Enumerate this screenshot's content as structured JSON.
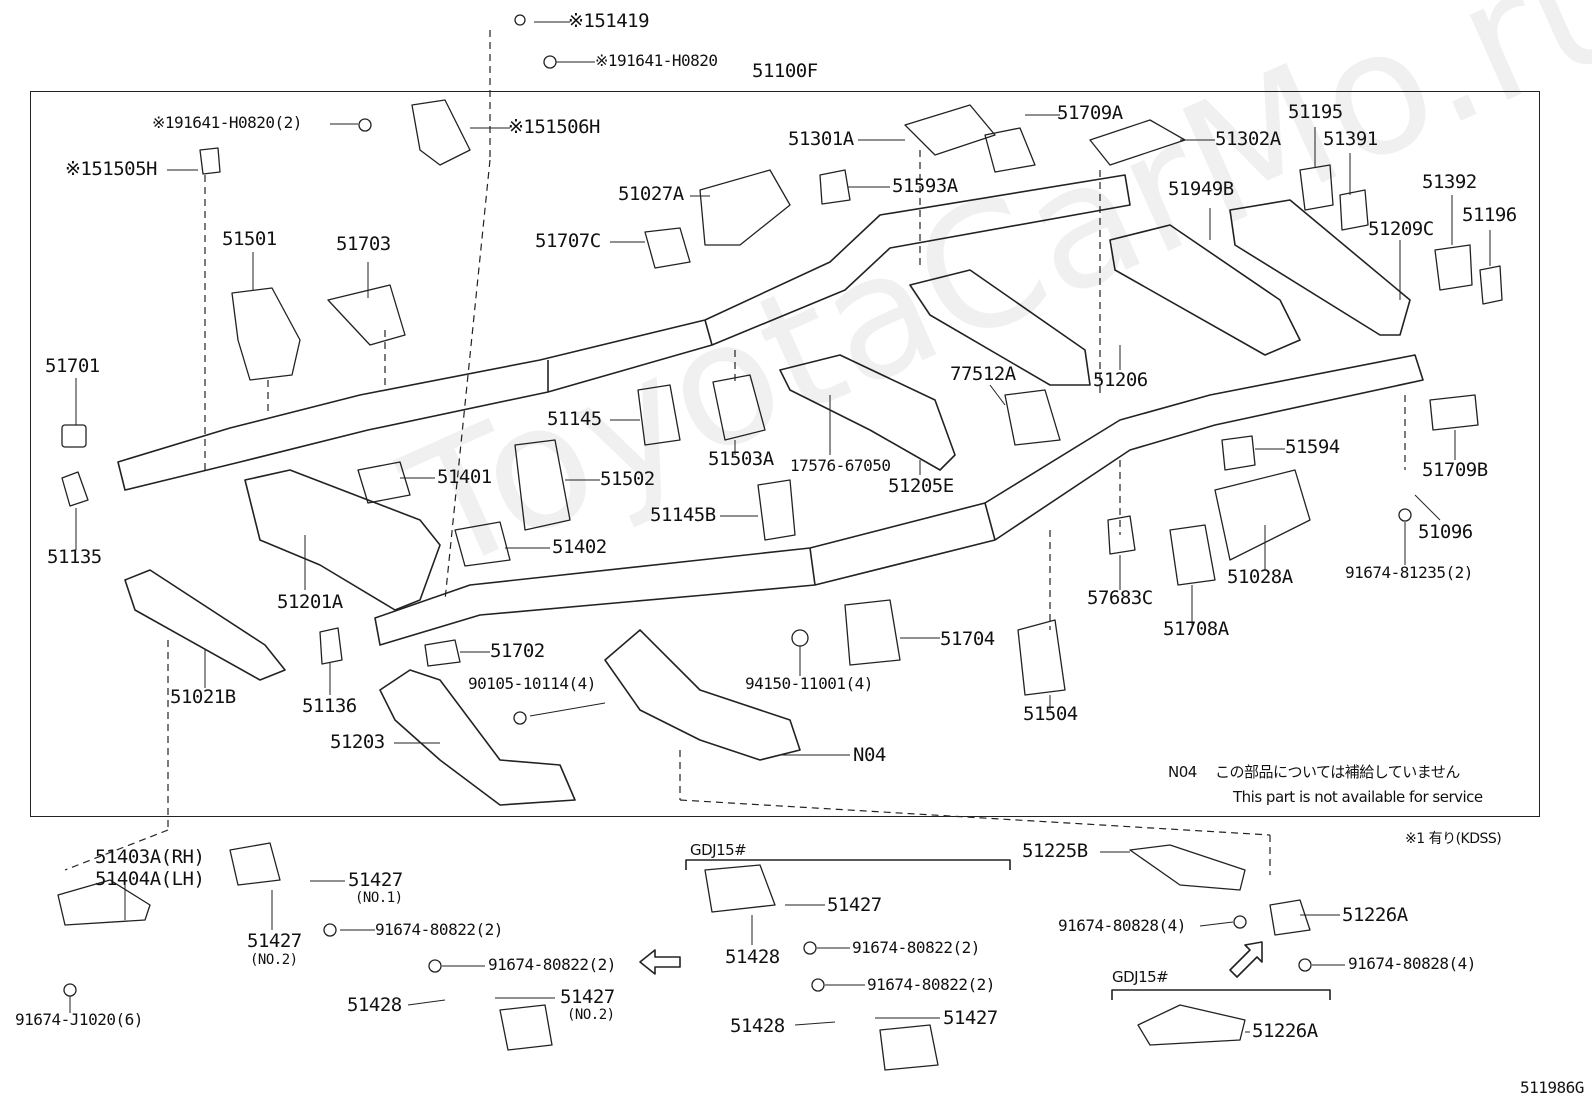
{
  "diagram_id": "511986G",
  "assembly_label": "51100F",
  "watermark": "ToyotaCarMo.ru",
  "note": {
    "code": "N04",
    "jp": "この部品については補給していません",
    "en": "This part is not available for service"
  },
  "kdss_note": "※1 有り(KDSS)",
  "variant_groups": [
    {
      "label": "GDJ15#"
    },
    {
      "label": "GDJ15#"
    }
  ],
  "parts": [
    {
      "id": "p51419",
      "text": "※151419"
    },
    {
      "id": "p191641a",
      "text": "※191641-H0820"
    },
    {
      "id": "p191641b",
      "text": "※191641-H0820(2)"
    },
    {
      "id": "p51506H",
      "text": "※151506H"
    },
    {
      "id": "p51505H",
      "text": "※151505H"
    },
    {
      "id": "p51501",
      "text": "51501"
    },
    {
      "id": "p51703",
      "text": "51703"
    },
    {
      "id": "p51701",
      "text": "51701"
    },
    {
      "id": "p51135",
      "text": "51135"
    },
    {
      "id": "p51401",
      "text": "51401"
    },
    {
      "id": "p51201A",
      "text": "51201A"
    },
    {
      "id": "p51021B",
      "text": "51021B"
    },
    {
      "id": "p51136",
      "text": "51136"
    },
    {
      "id": "p51702",
      "text": "51702"
    },
    {
      "id": "p51203",
      "text": "51203"
    },
    {
      "id": "p90105",
      "text": "90105-10114(4)"
    },
    {
      "id": "p51502",
      "text": "51502"
    },
    {
      "id": "p51402",
      "text": "51402"
    },
    {
      "id": "p51145",
      "text": "51145"
    },
    {
      "id": "p51503A",
      "text": "51503A"
    },
    {
      "id": "p51145B",
      "text": "51145B"
    },
    {
      "id": "p17576",
      "text": "17576-67050"
    },
    {
      "id": "p51205E",
      "text": "51205E"
    },
    {
      "id": "p51027A",
      "text": "51027A"
    },
    {
      "id": "p51707C",
      "text": "51707C"
    },
    {
      "id": "p51301A",
      "text": "51301A"
    },
    {
      "id": "p51593A",
      "text": "51593A"
    },
    {
      "id": "p51709A",
      "text": "51709A"
    },
    {
      "id": "p51302A",
      "text": "51302A"
    },
    {
      "id": "p51195",
      "text": "51195"
    },
    {
      "id": "p51391",
      "text": "51391"
    },
    {
      "id": "p51949B",
      "text": "51949B"
    },
    {
      "id": "p51392",
      "text": "51392"
    },
    {
      "id": "p51196",
      "text": "51196"
    },
    {
      "id": "p51209C",
      "text": "51209C"
    },
    {
      "id": "p77512A",
      "text": "77512A"
    },
    {
      "id": "p51206",
      "text": "51206"
    },
    {
      "id": "p51594",
      "text": "51594"
    },
    {
      "id": "p51709B",
      "text": "51709B"
    },
    {
      "id": "p51096",
      "text": "51096"
    },
    {
      "id": "p91674_81235",
      "text": "91674-81235(2)"
    },
    {
      "id": "p51028A",
      "text": "51028A"
    },
    {
      "id": "p57683C",
      "text": "57683C"
    },
    {
      "id": "p51708A",
      "text": "51708A"
    },
    {
      "id": "p51704",
      "text": "51704"
    },
    {
      "id": "p94150",
      "text": "94150-11001(4)"
    },
    {
      "id": "p51504",
      "text": "51504"
    },
    {
      "id": "pN04",
      "text": "N04"
    },
    {
      "id": "p51403A",
      "text": "51403A(RH)"
    },
    {
      "id": "p51404A",
      "text": "51404A(LH)"
    },
    {
      "id": "p91674_J1020",
      "text": "91674-J1020(6)"
    },
    {
      "id": "p51427a",
      "text": "51427"
    },
    {
      "id": "p51427a_sub",
      "text": "(NO.1)"
    },
    {
      "id": "p51427b",
      "text": "51427"
    },
    {
      "id": "p51427b_sub",
      "text": "(NO.2)"
    },
    {
      "id": "p91674_80822a",
      "text": "91674-80822(2)"
    },
    {
      "id": "p91674_80822b",
      "text": "91674-80822(2)"
    },
    {
      "id": "p51428a",
      "text": "51428"
    },
    {
      "id": "p51427c",
      "text": "51427"
    },
    {
      "id": "p51427c_sub",
      "text": "(NO.2)"
    },
    {
      "id": "p51428b",
      "text": "51428"
    },
    {
      "id": "p51427d",
      "text": "51427"
    },
    {
      "id": "p91674_80822c",
      "text": "91674-80822(2)"
    },
    {
      "id": "p91674_80822d",
      "text": "91674-80822(2)"
    },
    {
      "id": "p51428c",
      "text": "51428"
    },
    {
      "id": "p51427e",
      "text": "51427"
    },
    {
      "id": "p51225B",
      "text": "51225B"
    },
    {
      "id": "p91674_80828a",
      "text": "91674-80828(4)"
    },
    {
      "id": "p51226A_a",
      "text": "51226A"
    },
    {
      "id": "p91674_80828b",
      "text": "91674-80828(4)"
    },
    {
      "id": "p51226A_b",
      "text": "51226A"
    }
  ]
}
